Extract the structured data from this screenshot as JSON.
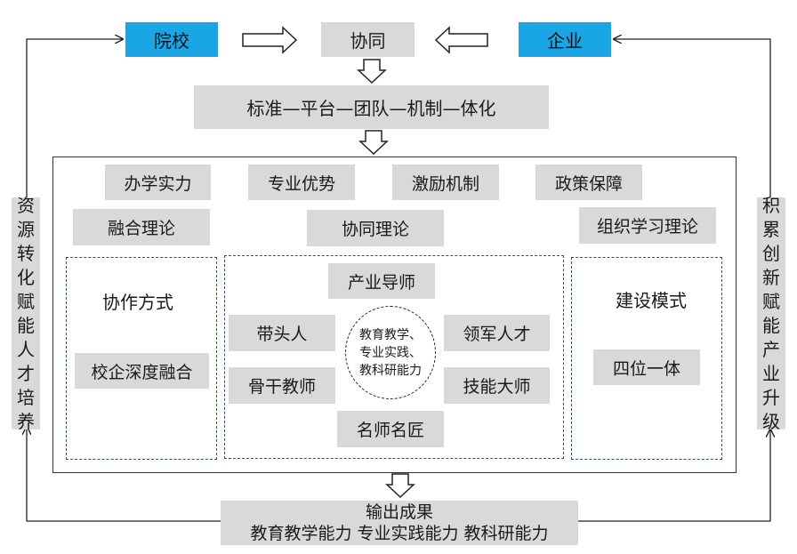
{
  "top": {
    "left_box": "院校",
    "center_box": "协同",
    "right_box": "企业"
  },
  "integration_bar": "标准—平台—团队—机制—体化",
  "factors_row": [
    "办学实力",
    "专业优势",
    "激励机制",
    "政策保障"
  ],
  "theories": {
    "left": "融合理论",
    "center": "协同理论",
    "right": "组织学习理论"
  },
  "left_panel": {
    "title": "协作方式",
    "item": "校企深度融合"
  },
  "center_panel": {
    "top": "产业导师",
    "left_top": "带头人",
    "left_bottom": "骨干教师",
    "right_top": "领军人才",
    "right_bottom": "技能大师",
    "bottom": "名师名匠",
    "circle_lines": [
      "教育教学、",
      "专业实践、",
      "教科研能力"
    ]
  },
  "right_panel": {
    "title": "建设模式",
    "item": "四位一体"
  },
  "output": {
    "line1": "输出成果",
    "line2": "教育教学能力 专业实践能力 教科研能力"
  },
  "left_side_label": [
    "资",
    "源",
    "转",
    "化",
    "赋",
    "能",
    "人",
    "才",
    "培",
    "养"
  ],
  "right_side_label": [
    "积",
    "累",
    "创",
    "新",
    "赋",
    "能",
    "产",
    "业",
    "升",
    "级"
  ],
  "colors": {
    "accent_blue": "#1aa6e4",
    "box_gray": "#d9d9d9"
  }
}
